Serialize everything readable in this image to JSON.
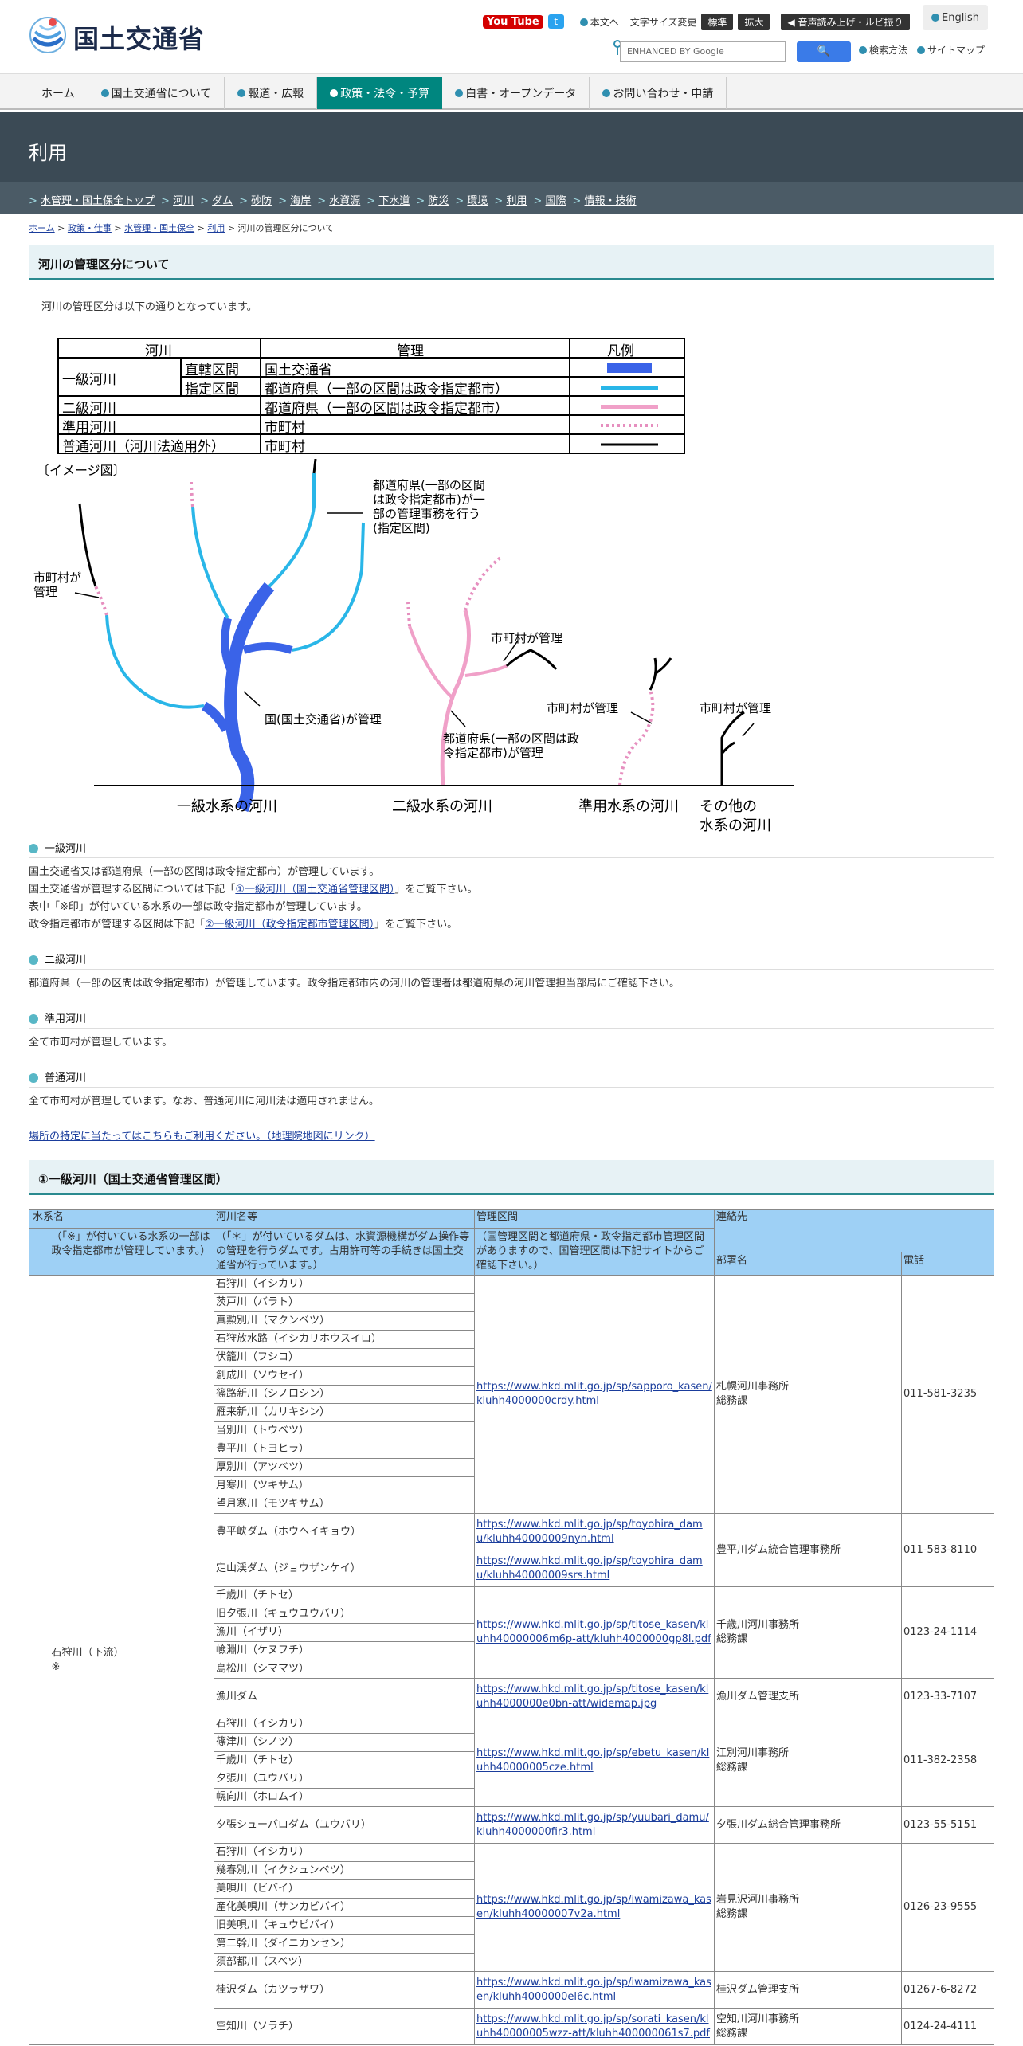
{
  "header": {
    "logo_text": "国土交通省",
    "youtube": "You Tube",
    "honbun": "本文へ",
    "font_size_label": "文字サイズ変更",
    "font_standard": "標準",
    "font_large": "拡大",
    "voice": "音声読み上げ・ルビ振り",
    "english": "English",
    "search_placeholder": "ENHANCED BY Google",
    "search_method": "検索方法",
    "sitemap": "サイトマップ"
  },
  "nav": [
    {
      "label": "ホーム"
    },
    {
      "label": "国土交通省について"
    },
    {
      "label": "報道・広報"
    },
    {
      "label": "政策・法令・予算"
    },
    {
      "label": "白書・オープンデータ"
    },
    {
      "label": "お問い合わせ・申請"
    }
  ],
  "band": {
    "title": "利用",
    "links": [
      "水管理・国土保全トップ",
      "河川",
      "ダム",
      "砂防",
      "海岸",
      "水資源",
      "下水道",
      "防災",
      "環境",
      "利用",
      "国際",
      "情報・技術"
    ]
  },
  "breadcrumb": {
    "items": [
      "ホーム",
      "政策・仕事",
      "水管理・国土保全",
      "利用"
    ],
    "current": "河川の管理区分について"
  },
  "section1": {
    "title": "河川の管理区分について",
    "intro": "河川の管理区分は以下の通りとなっています。"
  },
  "legend": {
    "h_river": "河川",
    "h_admin": "管理",
    "h_legend": "凡例",
    "ikkyu": "一級河川",
    "chokkatsu": "直轄区間",
    "shitei": "指定区間",
    "nikyu": "二級河川",
    "junyo": "準用河川",
    "futsu": "普通河川（河川法適用外）",
    "mlit": "国土交通省",
    "pref": "都道府県（一部の区間は政令指定都市）",
    "pref2": "都道府県（一部の区間は政令指定都市）",
    "muni": "市町村",
    "muni2": "市町村"
  },
  "diagram": {
    "image_label": "〔イメージ図〕",
    "note_pref": [
      "都道府県(一部の区間",
      "は政令指定都市)が一",
      "部の管理事務を行う",
      "(指定区間)"
    ],
    "note_muni_left": [
      "市町村が",
      "管理"
    ],
    "note_mlit": "国(国土交通省)が管理",
    "note_muni_mid": "市町村が管理",
    "note_pref_mid": [
      "都道府県(一部の区間は政",
      "令指定都市)が管理"
    ],
    "note_muni_r1": "市町村が管理",
    "note_muni_r2": "市町村が管理",
    "cap1": "一級水系の河川",
    "cap2": "二級水系の河川",
    "cap3": "準用水系の河川",
    "cap4": [
      "その他の",
      "水系の河川"
    ]
  },
  "ikkyu": {
    "heading": "一級河川",
    "line1": "国土交通省又は都道府県（一部の区間は政令指定都市）が管理しています。",
    "line2a": "国土交通省が管理する区間については下記「",
    "line2link": "①一級河川（国土交通省管理区間）",
    "line2b": "」をご覧下さい。",
    "line3": "表中「※印」が付いている水系の一部は政令指定都市が管理しています。",
    "line4a": "政令指定都市が管理する区間は下記「",
    "line4link": "②一級河川（政令指定都市管理区間）",
    "line4b": "」をご覧下さい。"
  },
  "nikyu": {
    "heading": "二級河川",
    "text": "都道府県（一部の区間は政令指定都市）が管理しています。政令指定都市内の河川の管理者は都道府県の河川管理担当部局にご確認下さい。"
  },
  "junyo": {
    "heading": "準用河川",
    "text": "全て市町村が管理しています。"
  },
  "futsu": {
    "heading": "普通河川",
    "text": "全て市町村が管理しています。なお、普通河川に河川法は適用されません。"
  },
  "maplink": "場所の特定に当たってはこちらもご利用ください。（地理院地図にリンク）",
  "section2": {
    "title": "①一級河川（国土交通省管理区間）"
  },
  "table": {
    "h_suikei": "水系名",
    "h_kasen": "河川名等",
    "h_kukan": "管理区間",
    "h_renraku": "連絡先",
    "n_suikei": "（「※」が付いている水系の一部は政令指定都市が管理しています。）",
    "n_kasen": "（「＊」が付いているダムは、水資源機構がダム操作等の管理を行うダムです。占用許可等の手続きは国土交通省が行っています。）",
    "n_kukan": "（国管理区間と都道府県・政令指定都市管理区間がありますので、国管理区間は下記サイトからご確認下さい。）",
    "h_busho": "部署名",
    "h_tel": "電話",
    "suikei": "石狩川（下流）",
    "suikei_mark": "※",
    "groups": [
      {
        "rivers": [
          "石狩川（イシカリ）",
          "茨戸川（バラト）",
          "真勲別川（マクンベツ）",
          "石狩放水路（イシカリホウスイロ）",
          "伏籠川（フシコ）",
          "創成川（ソウセイ）",
          "篠路新川（シノロシン）",
          "雁来新川（カリキシン）",
          "当別川（トウベツ）",
          "豊平川（トヨヒラ）",
          "厚別川（アツベツ）",
          "月寒川（ツキサム）",
          "望月寒川（モツキサム）"
        ],
        "url": "https://www.hkd.mlit.go.jp/sp/sapporo_kasen/kluhh4000000crdy.html",
        "dept": [
          "札幌河川事務所",
          "総務課"
        ],
        "tel": "011-581-3235"
      },
      {
        "rivers": [
          "豊平峡ダム（ホウヘイキョウ）"
        ],
        "url": "https://www.hkd.mlit.go.jp/sp/toyohira_damu/kluhh40000009nyn.html",
        "dept": [
          "豊平川ダム統合管理事務所"
        ],
        "tel": "011-583-8110",
        "rowspan_contact": 2
      },
      {
        "rivers": [
          "定山渓ダム（ジョウザンケイ）"
        ],
        "url": "https://www.hkd.mlit.go.jp/sp/toyohira_damu/kluhh40000009srs.html"
      },
      {
        "rivers": [
          "千歳川（チトセ）",
          "旧夕張川（キュウユウバリ）",
          "漁川（イザリ）",
          "嶮淵川（ケヌフチ）",
          "島松川（シママツ）"
        ],
        "url": "https://www.hkd.mlit.go.jp/sp/titose_kasen/kluhh40000006m6p-att/kluhh4000000gp8l.pdf",
        "dept": [
          "千歳川河川事務所",
          "総務課"
        ],
        "tel": "0123-24-1114"
      },
      {
        "rivers": [
          "漁川ダム"
        ],
        "url": "https://www.hkd.mlit.go.jp/sp/titose_kasen/kluhh4000000e0bn-att/widemap.jpg",
        "dept": [
          "漁川ダム管理支所"
        ],
        "tel": "0123-33-7107"
      },
      {
        "rivers": [
          "石狩川（イシカリ）",
          "篠津川（シノツ）",
          "千歳川（チトセ）",
          "夕張川（ユウバリ）",
          "幌向川（ホロムイ）"
        ],
        "url": "https://www.hkd.mlit.go.jp/sp/ebetu_kasen/kluhh40000005cze.html",
        "dept": [
          "江別河川事務所",
          "総務課"
        ],
        "tel": "011-382-2358"
      },
      {
        "rivers": [
          "夕張シューパロダム（ユウバリ）"
        ],
        "url": "https://www.hkd.mlit.go.jp/sp/yuubari_damu/kluhh4000000fir3.html",
        "dept": [
          "夕張川ダム総合管理事務所"
        ],
        "tel": "0123-55-5151"
      },
      {
        "rivers": [
          "石狩川（イシカリ）",
          "幾春別川（イクシュンベツ）",
          "美唄川（ビバイ）",
          "産化美唄川（サンカビバイ）",
          "旧美唄川（キュウビバイ）",
          "第二幹川（ダイニカンセン）",
          "須部都川（スベツ）"
        ],
        "url": "https://www.hkd.mlit.go.jp/sp/iwamizawa_kasen/kluhh40000007v2a.html",
        "dept": [
          "岩見沢河川事務所",
          "総務課"
        ],
        "tel": "0126-23-9555"
      },
      {
        "rivers": [
          "桂沢ダム（カツラザワ）"
        ],
        "url": "https://www.hkd.mlit.go.jp/sp/iwamizawa_kasen/kluhh4000000el6c.html",
        "dept": [
          "桂沢ダム管理支所"
        ],
        "tel": "01267-6-8272"
      },
      {
        "rivers": [
          "空知川（ソラチ）"
        ],
        "url": "https://www.hkd.mlit.go.jp/sp/sorati_kasen/kluhh40000005wzz-att/kluhh400000061s7.pdf",
        "dept": [
          "空知川河川事務所",
          "総務課"
        ],
        "tel": "0124-24-4111"
      }
    ]
  },
  "colors": {
    "mlit_blue": "#3a63e8",
    "pref_cyan": "#29b6e8",
    "nikyu_pink": "#f0a0c8",
    "junyo_dot": "#e68fbf",
    "teal": "#00867f",
    "band": "#3b4a55"
  }
}
